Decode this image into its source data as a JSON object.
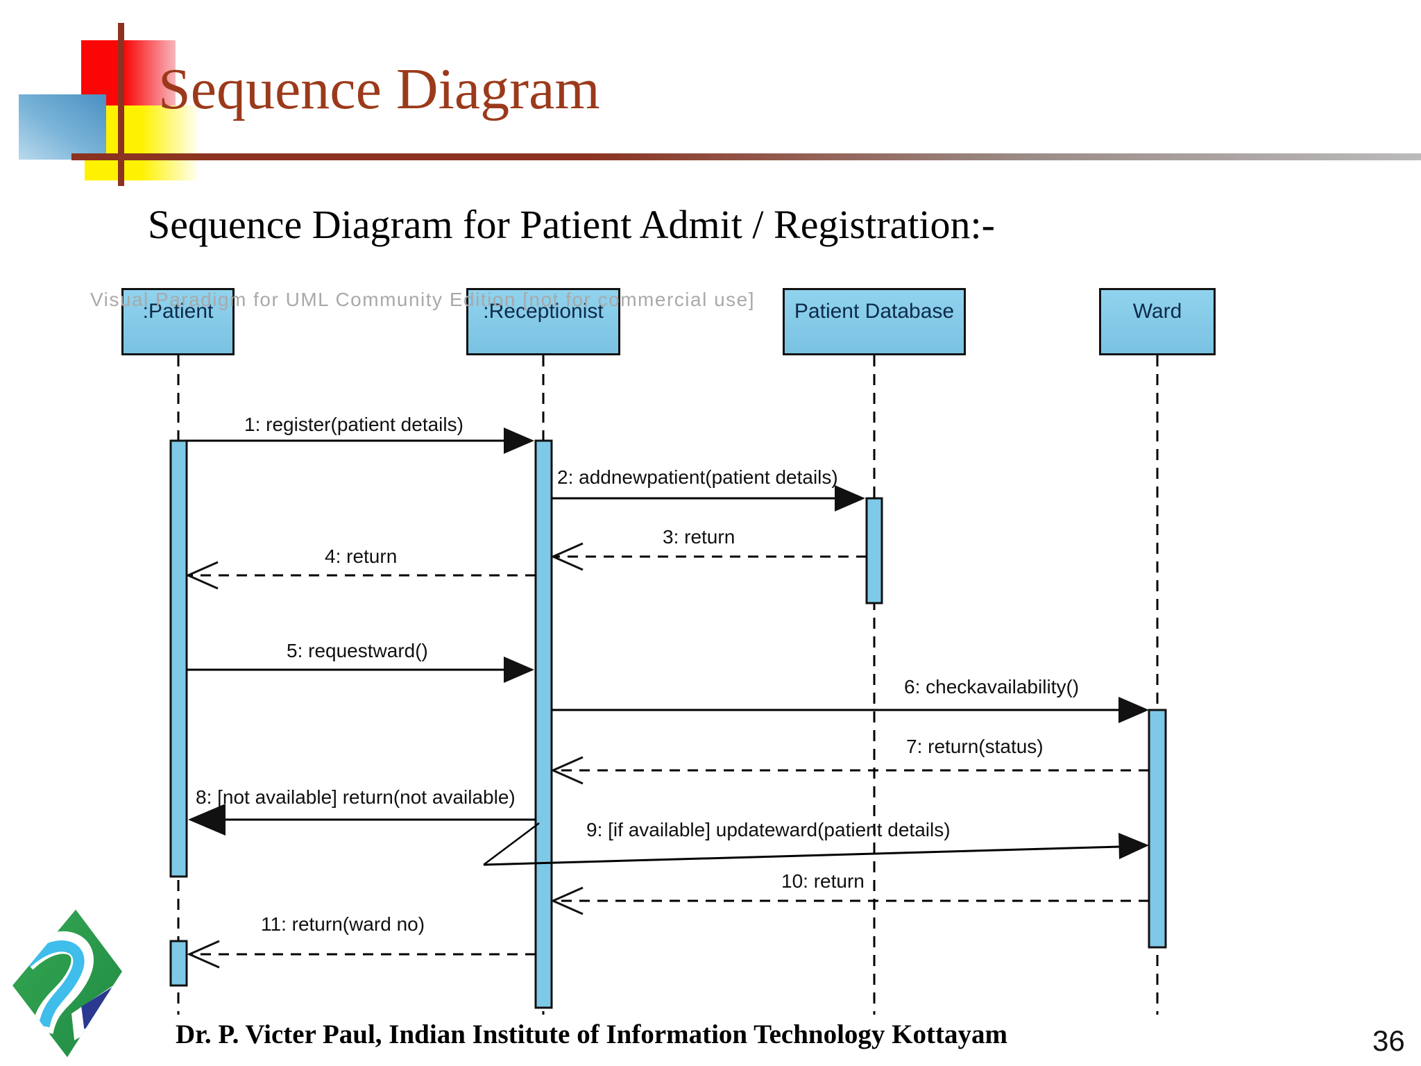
{
  "slide": {
    "title": "Sequence Diagram",
    "subtitle": "Sequence Diagram for Patient Admit / Registration:-",
    "watermark": "Visual Paradigm for UML Community Edition [not for commercial use]",
    "footer_credit": "Dr. P. Victer Paul, Indian Institute of Information Technology Kottayam",
    "page_number": "36"
  },
  "diagram": {
    "type": "uml-sequence-diagram",
    "lifelines": [
      {
        "name": ":Patient"
      },
      {
        "name": ":Receptionist"
      },
      {
        "name": "Patient Database"
      },
      {
        "name": "Ward"
      }
    ],
    "messages": [
      {
        "label": "1: register(patient details)",
        "from": ":Patient",
        "to": ":Receptionist",
        "style": "solid-call"
      },
      {
        "label": "2: addnewpatient(patient details)",
        "from": ":Receptionist",
        "to": "Patient Database",
        "style": "solid-call"
      },
      {
        "label": "3: return",
        "from": "Patient Database",
        "to": ":Receptionist",
        "style": "dashed-return"
      },
      {
        "label": "4: return",
        "from": ":Receptionist",
        "to": ":Patient",
        "style": "dashed-return"
      },
      {
        "label": "5: requestward()",
        "from": ":Patient",
        "to": ":Receptionist",
        "style": "solid-call"
      },
      {
        "label": "6: checkavailability()",
        "from": ":Receptionist",
        "to": "Ward",
        "style": "solid-call"
      },
      {
        "label": "7: return(status)",
        "from": "Ward",
        "to": ":Receptionist",
        "style": "dashed-return"
      },
      {
        "label": "8: [not available] return(not available)",
        "from": ":Receptionist",
        "to": ":Patient",
        "style": "solid-call"
      },
      {
        "label": "9: [if available] updateward(patient details)",
        "from": ":Receptionist",
        "to": "Ward",
        "style": "solid-call"
      },
      {
        "label": "10: return",
        "from": "Ward",
        "to": ":Receptionist",
        "style": "dashed-return"
      },
      {
        "label": "11: return(ward no)",
        "from": ":Receptionist",
        "to": ":Patient",
        "style": "dashed-return"
      }
    ]
  },
  "colors": {
    "title_text": "#9B3A1B",
    "accent_rule": "#8B3220",
    "lifeline_fill": "#7EC9E8",
    "lifeline_border": "#111111",
    "watermark_text": "#A9A9A9",
    "deco_red": "#FB0606",
    "deco_yellow": "#FFF200",
    "deco_blue": "#4A90C2",
    "logo_green": "#2F9E4E",
    "logo_light_blue": "#3FBDEB",
    "logo_dark_blue": "#2B3990"
  }
}
